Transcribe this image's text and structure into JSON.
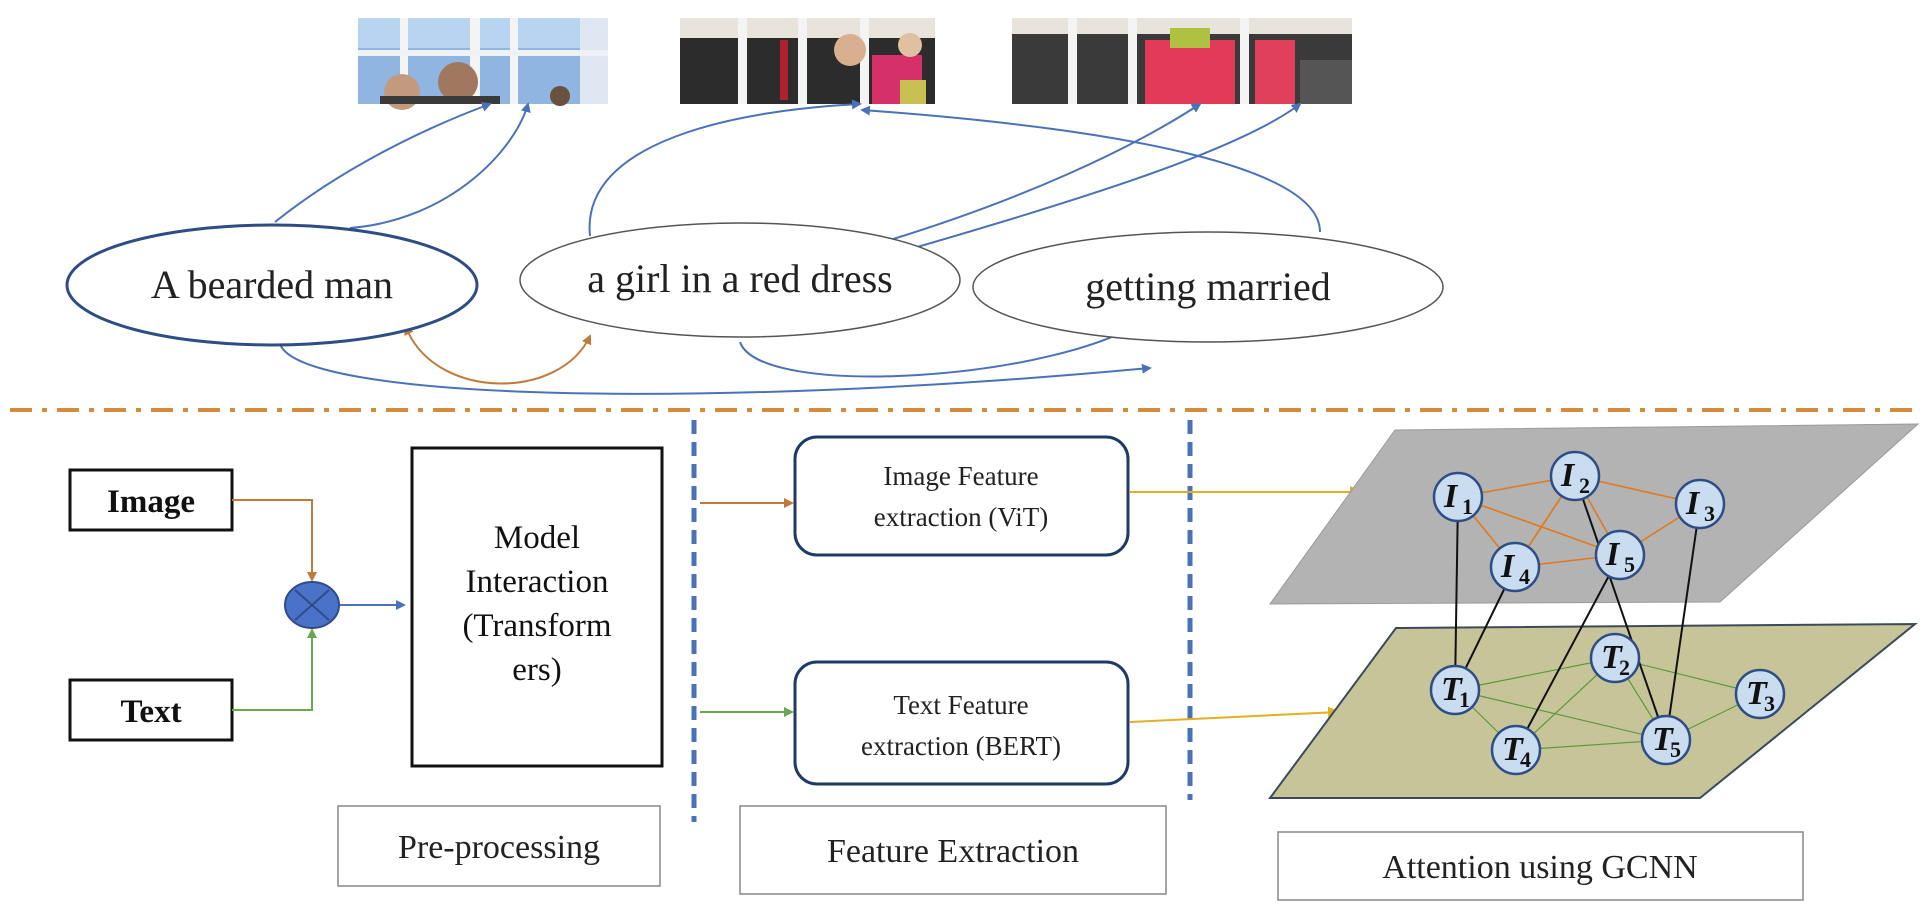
{
  "phrases": [
    "A bearded man",
    "a girl  in a red dress",
    "getting married"
  ],
  "inputs": {
    "image": "Image",
    "text": "Text"
  },
  "model_box": [
    "Model",
    "Interaction",
    "(Transform",
    "ers)"
  ],
  "features": {
    "image": [
      "Image Feature",
      "extraction (ViT)"
    ],
    "text": [
      "Text Feature",
      "extraction (BERT)"
    ]
  },
  "stages": [
    "Pre-processing",
    "Feature Extraction",
    "Attention using GCNN"
  ],
  "image_nodes": [
    {
      "letter": "I",
      "sub": "1"
    },
    {
      "letter": "I",
      "sub": "2"
    },
    {
      "letter": "I",
      "sub": "3"
    },
    {
      "letter": "I",
      "sub": "4"
    },
    {
      "letter": "I",
      "sub": "5"
    }
  ],
  "text_nodes": [
    {
      "letter": "T",
      "sub": "1"
    },
    {
      "letter": "T",
      "sub": "2"
    },
    {
      "letter": "T",
      "sub": "3"
    },
    {
      "letter": "T",
      "sub": "4"
    },
    {
      "letter": "T",
      "sub": "5"
    }
  ],
  "colors": {
    "blue_arrow": "#4a72b8",
    "orange_arrow": "#c07a3a",
    "green_arrow": "#6aa84f",
    "yellow_arrow": "#e0b020",
    "dashdot": "#d68a3c",
    "dashed_blue": "#4a72b8",
    "image_plane": "#b3b3b3",
    "text_plane": "#c8c49a",
    "node_fill": "#c9dcf0"
  }
}
